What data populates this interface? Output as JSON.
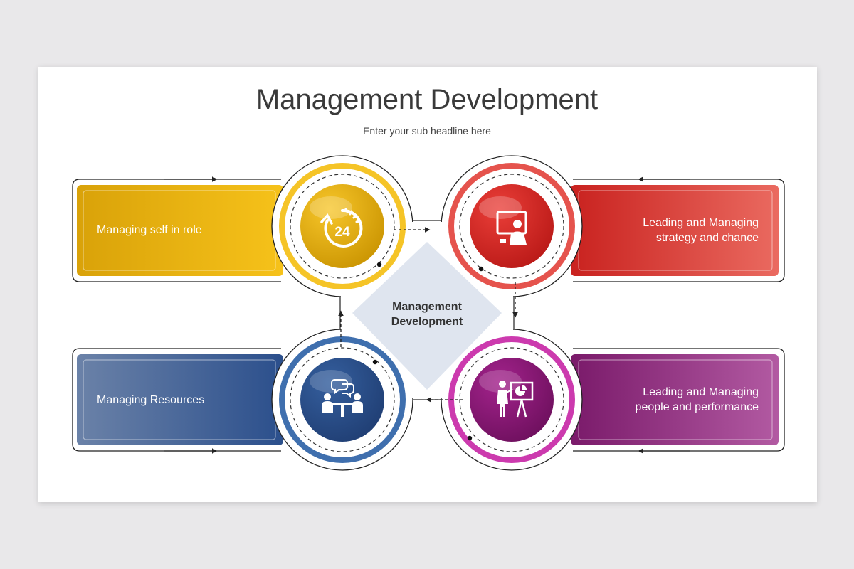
{
  "slide": {
    "title": "Management Development",
    "subtitle": "Enter your sub headline  here"
  },
  "hub": {
    "line1": "Management",
    "line2": "Development"
  },
  "items": [
    {
      "key": "self",
      "lines": [
        "Managing self in role"
      ],
      "color": "#e8b10a",
      "icon": "clock-24-icon"
    },
    {
      "key": "strategy",
      "lines": [
        "Leading and Managing",
        "strategy and chance"
      ],
      "color": "#d32b27",
      "icon": "presenter-monitor-icon"
    },
    {
      "key": "resources",
      "lines": [
        "Managing Resources"
      ],
      "color": "#2f5590",
      "icon": "meeting-table-icon"
    },
    {
      "key": "people",
      "lines": [
        "Leading and Managing",
        "people and performance"
      ],
      "color": "#8a1f77",
      "icon": "presentation-chart-icon"
    }
  ],
  "icon_text": {
    "clock": "24"
  }
}
